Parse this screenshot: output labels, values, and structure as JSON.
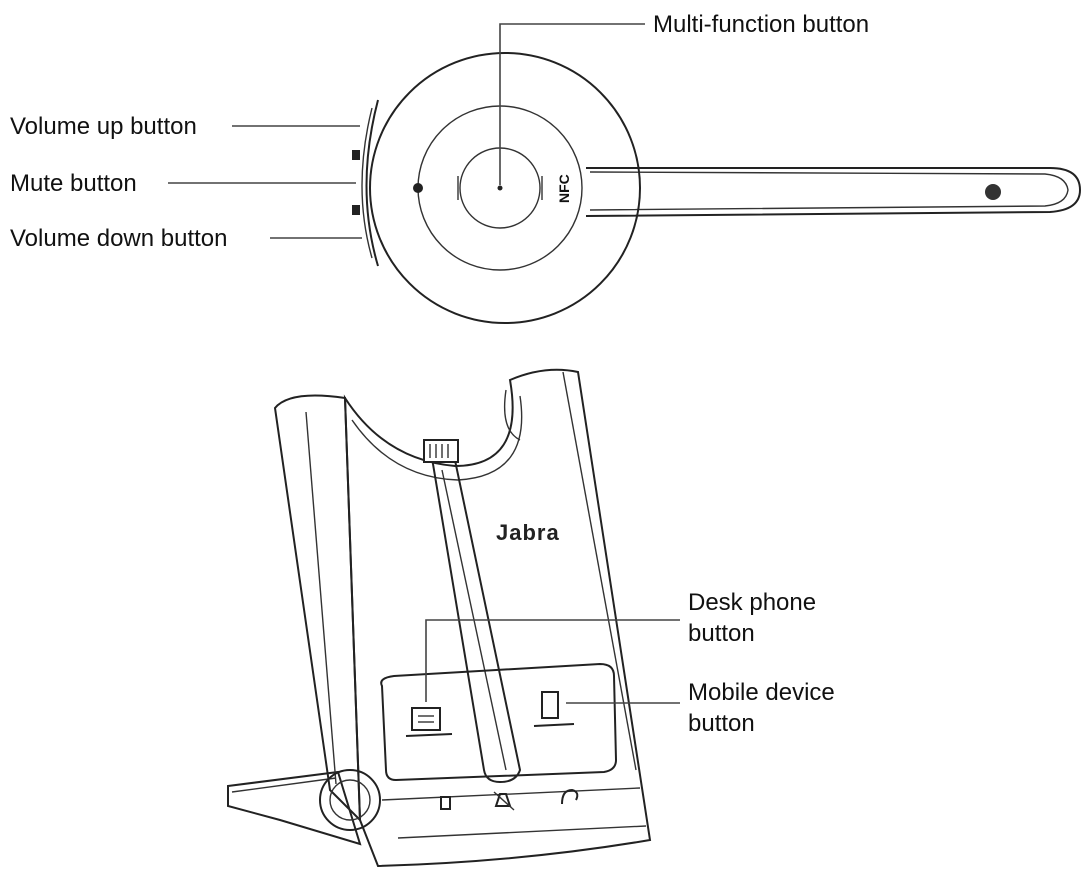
{
  "labels": {
    "multi_function": "Multi-function button",
    "volume_up": "Volume up button",
    "mute": "Mute button",
    "volume_down": "Volume down button",
    "desk_phone_line1": "Desk phone",
    "desk_phone_line2": "button",
    "mobile_line1": "Mobile device",
    "mobile_line2": "button"
  },
  "headset": {
    "nfc_text": "NFC"
  },
  "base": {
    "brand": "Jabra"
  },
  "icons": [
    "headset-body",
    "boom-arm",
    "microphone-tip",
    "desk-phone-icon",
    "mobile-phone-icon",
    "battery-icon",
    "mute-mic-icon",
    "headset-status-icon"
  ]
}
